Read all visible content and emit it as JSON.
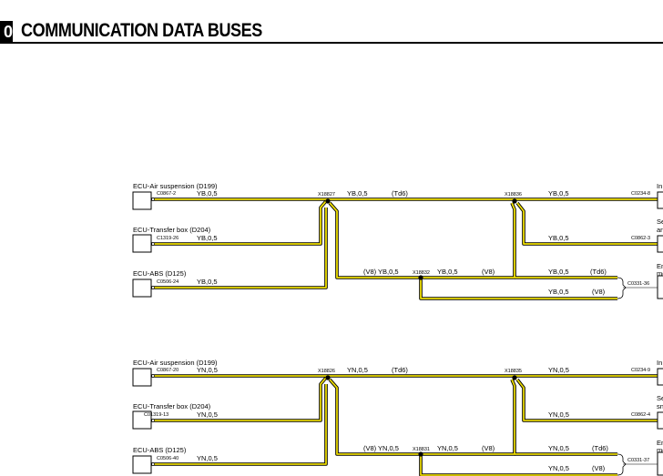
{
  "header": {
    "tab_letter": "0",
    "title": "COMMUNICATION DATA BUSES"
  },
  "colors": {
    "bus_wire": "#f0e000",
    "bus_wire_dark": "#c8a800",
    "wire_outline": "#000000"
  },
  "diagram_yb": {
    "ecus": [
      {
        "name": "ECU-Air suspension (D199)",
        "connector": "C0867-2",
        "wire": "YB,0,5"
      },
      {
        "name": "ECU-Transfer box (D204)",
        "connector": "C1319-26",
        "wire": "YB,0,5"
      },
      {
        "name": "ECU-ABS (D125)",
        "connector": "C0506-24",
        "wire": "YB,0,5"
      }
    ],
    "splice1": "X18827",
    "splice1_wire": "YB,0,5",
    "splice1_variant": "(Td6)",
    "splice2": "X18836",
    "splice2_wire": "YB,0,5",
    "v8_variant": "(V8)",
    "v8_wire": "YB,0,5",
    "splice3": "X18832",
    "splice3_wire": "YB,0,5",
    "splice3_variant": "(V8)",
    "right": [
      {
        "wire": "YB,0,5",
        "connector": "C0234-8",
        "label": "In"
      },
      {
        "wire": "YB,0,5",
        "connector": "C0862-3",
        "label": "Se",
        "label2": "an"
      },
      {
        "wire": "YB,0,5",
        "variant": "(Td6)",
        "connector": "C0331-36",
        "label": "En",
        "label2": "me"
      },
      {
        "wire": "YB,0,5",
        "variant": "(V8)"
      }
    ]
  },
  "diagram_yn": {
    "ecus": [
      {
        "name": "ECU-Air suspension (D199)",
        "connector": "C0867-20",
        "wire": "YN,0,5"
      },
      {
        "name": "ECU-Transfer box (D204)",
        "connector": "C01319-13",
        "wire": "YN,0,5"
      },
      {
        "name": "ECU-ABS (D125)",
        "connector": "C0506-40",
        "wire": "YN,0,5"
      }
    ],
    "splice1": "X18826",
    "splice1_wire": "YN,0,5",
    "splice1_variant": "(Td6)",
    "splice2": "X18835",
    "splice2_wire": "YN,0,5",
    "v8_variant": "(V8)",
    "v8_wire": "YN,0,5",
    "splice3": "X18831",
    "splice3_wire": "YN,0,5",
    "splice3_variant": "(V8)",
    "right": [
      {
        "wire": "YN,0,5",
        "connector": "C0234-9",
        "label": "In"
      },
      {
        "wire": "YN,0,5",
        "connector": "C0862-4",
        "label": "Se",
        "label2": "sn"
      },
      {
        "wire": "YN,0,5",
        "variant": "(Td6)",
        "connector": "C0331-37",
        "label": "En",
        "label2": "me"
      },
      {
        "wire": "YN,0,5",
        "variant": "(V8)"
      }
    ]
  }
}
